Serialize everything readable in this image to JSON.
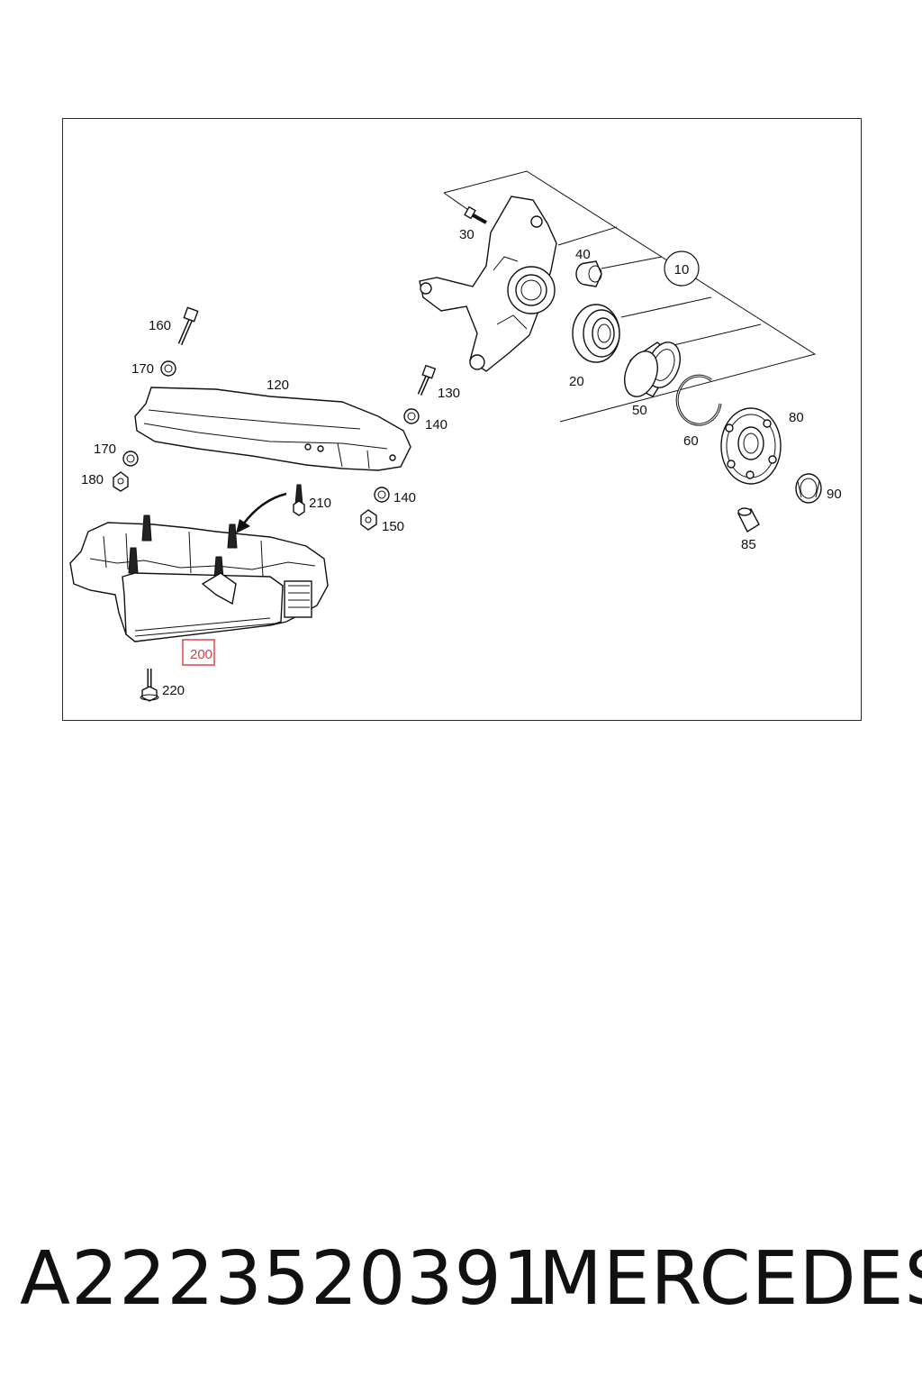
{
  "diagram": {
    "callouts": {
      "c10": "10",
      "c20": "20",
      "c30": "30",
      "c40": "40",
      "c50": "50",
      "c60": "60",
      "c80": "80",
      "c85": "85",
      "c90": "90",
      "c120": "120",
      "c130": "130",
      "c140a": "140",
      "c140b": "140",
      "c150": "150",
      "c160": "160",
      "c170a": "170",
      "c170b": "170",
      "c180": "180",
      "c200": "200",
      "c210": "210",
      "c220": "220"
    },
    "highlight_color": "#d9474f",
    "highlighted_part": "200"
  },
  "footer": {
    "part_number": "A2223520391",
    "brand": "MERCEDES"
  }
}
